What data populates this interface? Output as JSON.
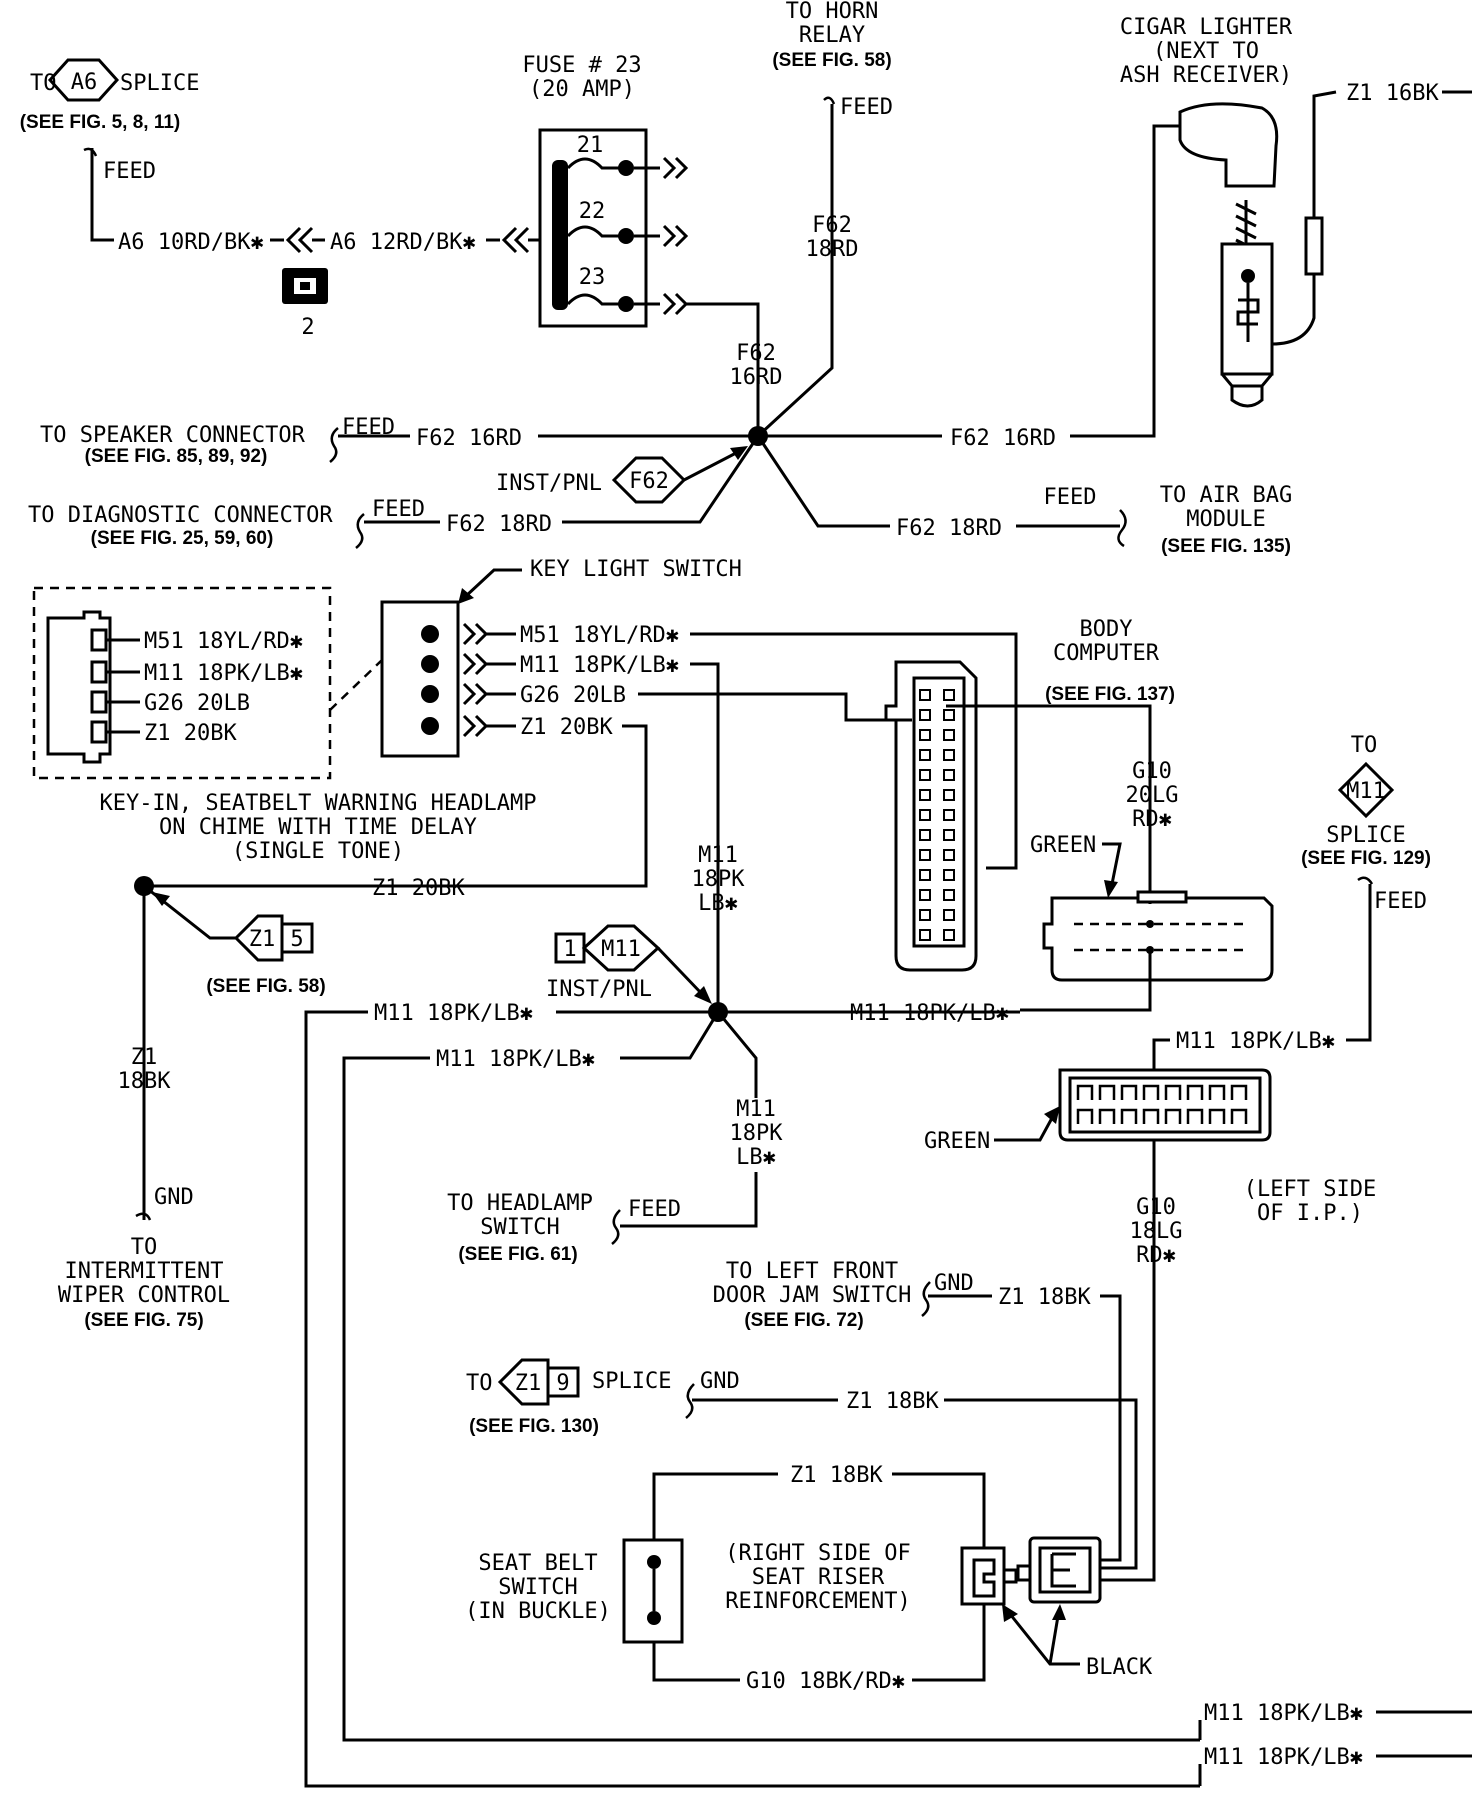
{
  "labels": {
    "to_a6_to": "TO",
    "a6_code": "A6",
    "a6_splice": "SPLICE",
    "a6_seefig": "(SEE FIG. 5, 8, 11)",
    "a6_feed": "FEED",
    "a6_wire1": "A6 10RD/BK✱",
    "a6_wire2": "A6 12RD/BK✱",
    "conn2_num": "2",
    "fuse_title1": "FUSE # 23",
    "fuse_title2": "(20 AMP)",
    "fuse_21": "21",
    "fuse_22": "22",
    "fuse_23": "23",
    "horn1": "TO HORN",
    "horn2": "RELAY",
    "horn_seefig": "(SEE FIG. 58)",
    "horn_feed": "FEED",
    "horn_wire1": "F62",
    "horn_wire2": "18RD",
    "fuse_wire1": "F62",
    "fuse_wire2": "16RD",
    "cig1": "CIGAR LIGHTER",
    "cig2": "(NEXT TO",
    "cig3": "ASH RECEIVER)",
    "cig_z1": "Z1 16BK",
    "spk1": "TO SPEAKER CONNECTOR",
    "spk_seefig": "(SEE FIG. 85, 89, 92)",
    "spk_feed": "FEED",
    "spk_wire": "F62 16RD",
    "cig_wire": "F62 16RD",
    "inst_pnl": "INST/PNL",
    "f62_code": "F62",
    "diag1": "TO DIAGNOSTIC CONNECTOR",
    "diag_seefig": "(SEE FIG. 25, 59, 60)",
    "diag_feed": "FEED",
    "diag_wire": "F62 18RD",
    "ab_wire": "F62 18RD",
    "ab_feed": "FEED",
    "ab1": "TO AIR BAG",
    "ab2": "MODULE",
    "ab_seefig": "(SEE FIG. 135)",
    "keylight": "KEY LIGHT SWITCH",
    "pin_m51": "M51 18YL/RD✱",
    "pin_m11": "M11 18PK/LB✱",
    "pin_g26": "G26 20LB",
    "pin_z1": "Z1 20BK",
    "chime1": "KEY-IN, SEATBELT WARNING HEADLAMP",
    "chime2": "ON CHIME WITH TIME DELAY",
    "chime3": "(SINGLE TONE)",
    "bc1": "BODY",
    "bc2": "COMPUTER",
    "bc_seefig": "(SEE FIG. 137)",
    "g10a": "G10",
    "g10b": "20LG",
    "g10c": "RD✱",
    "green": "GREEN",
    "to_m11": "TO",
    "m11_code": "M11",
    "m11_splice": "SPLICE",
    "m11_seefig": "(SEE FIG. 129)",
    "m11_feed": "FEED",
    "m11v1": "M11",
    "m11v2": "18PK",
    "m11v3": "LB✱",
    "z1_20bk": "Z1 20BK",
    "z1_code": "Z1",
    "z1_num5": "5",
    "z1_seefig58": "(SEE FIG. 58)",
    "inst_num1": "1",
    "inst_m11": "M11",
    "inst_pnl2": "INST/PNL",
    "m11_right": "M11 18PK/LB✱",
    "m11_left1": "M11 18PK/LB✱",
    "m11_left2": "M11 18PK/LB✱",
    "m11_top_conn": "M11 18PK/LB✱",
    "z1v1": "Z1",
    "z1v2": "18BK",
    "gnd": "GND",
    "iw1": "TO",
    "iw2": "INTERMITTENT",
    "iw3": "WIPER CONTROL",
    "iw_seefig": "(SEE FIG. 75)",
    "m11d1": "M11",
    "m11d2": "18PK",
    "m11d3": "LB✱",
    "hl1": "TO HEADLAMP",
    "hl2": "SWITCH",
    "hl_seefig": "(SEE FIG. 61)",
    "hl_feed": "FEED",
    "lsip1": "(LEFT SIDE",
    "lsip2": "OF I.P.)",
    "g10d1": "G10",
    "g10d2": "18LG",
    "g10d3": "RD✱",
    "lfd1": "TO LEFT FRONT",
    "lfd2": "DOOR JAM SWITCH",
    "lfd_seefig": "(SEE FIG. 72)",
    "lfd_gnd": "GND",
    "lfd_wire": "Z1 18BK",
    "z19_to": "TO",
    "z19_code": "Z1",
    "z19_num": "9",
    "z19_splice": "SPLICE",
    "z19_seefig": "(SEE FIG. 130)",
    "z19_gnd": "GND",
    "z19_wire": "Z1 18BK",
    "sb_top_wire": "Z1 18BK",
    "sb1": "SEAT BELT",
    "sb2": "SWITCH",
    "sb3": "(IN BUCKLE)",
    "rs1": "(RIGHT SIDE OF",
    "rs2": "SEAT RISER",
    "rs3": "REINFORCEMENT)",
    "sb_bot_wire": "G10 18BK/RD✱",
    "black": "BLACK",
    "bot_m11a": "M11 18PK/LB✱",
    "bot_m11b": "M11 18PK/LB✱"
  }
}
